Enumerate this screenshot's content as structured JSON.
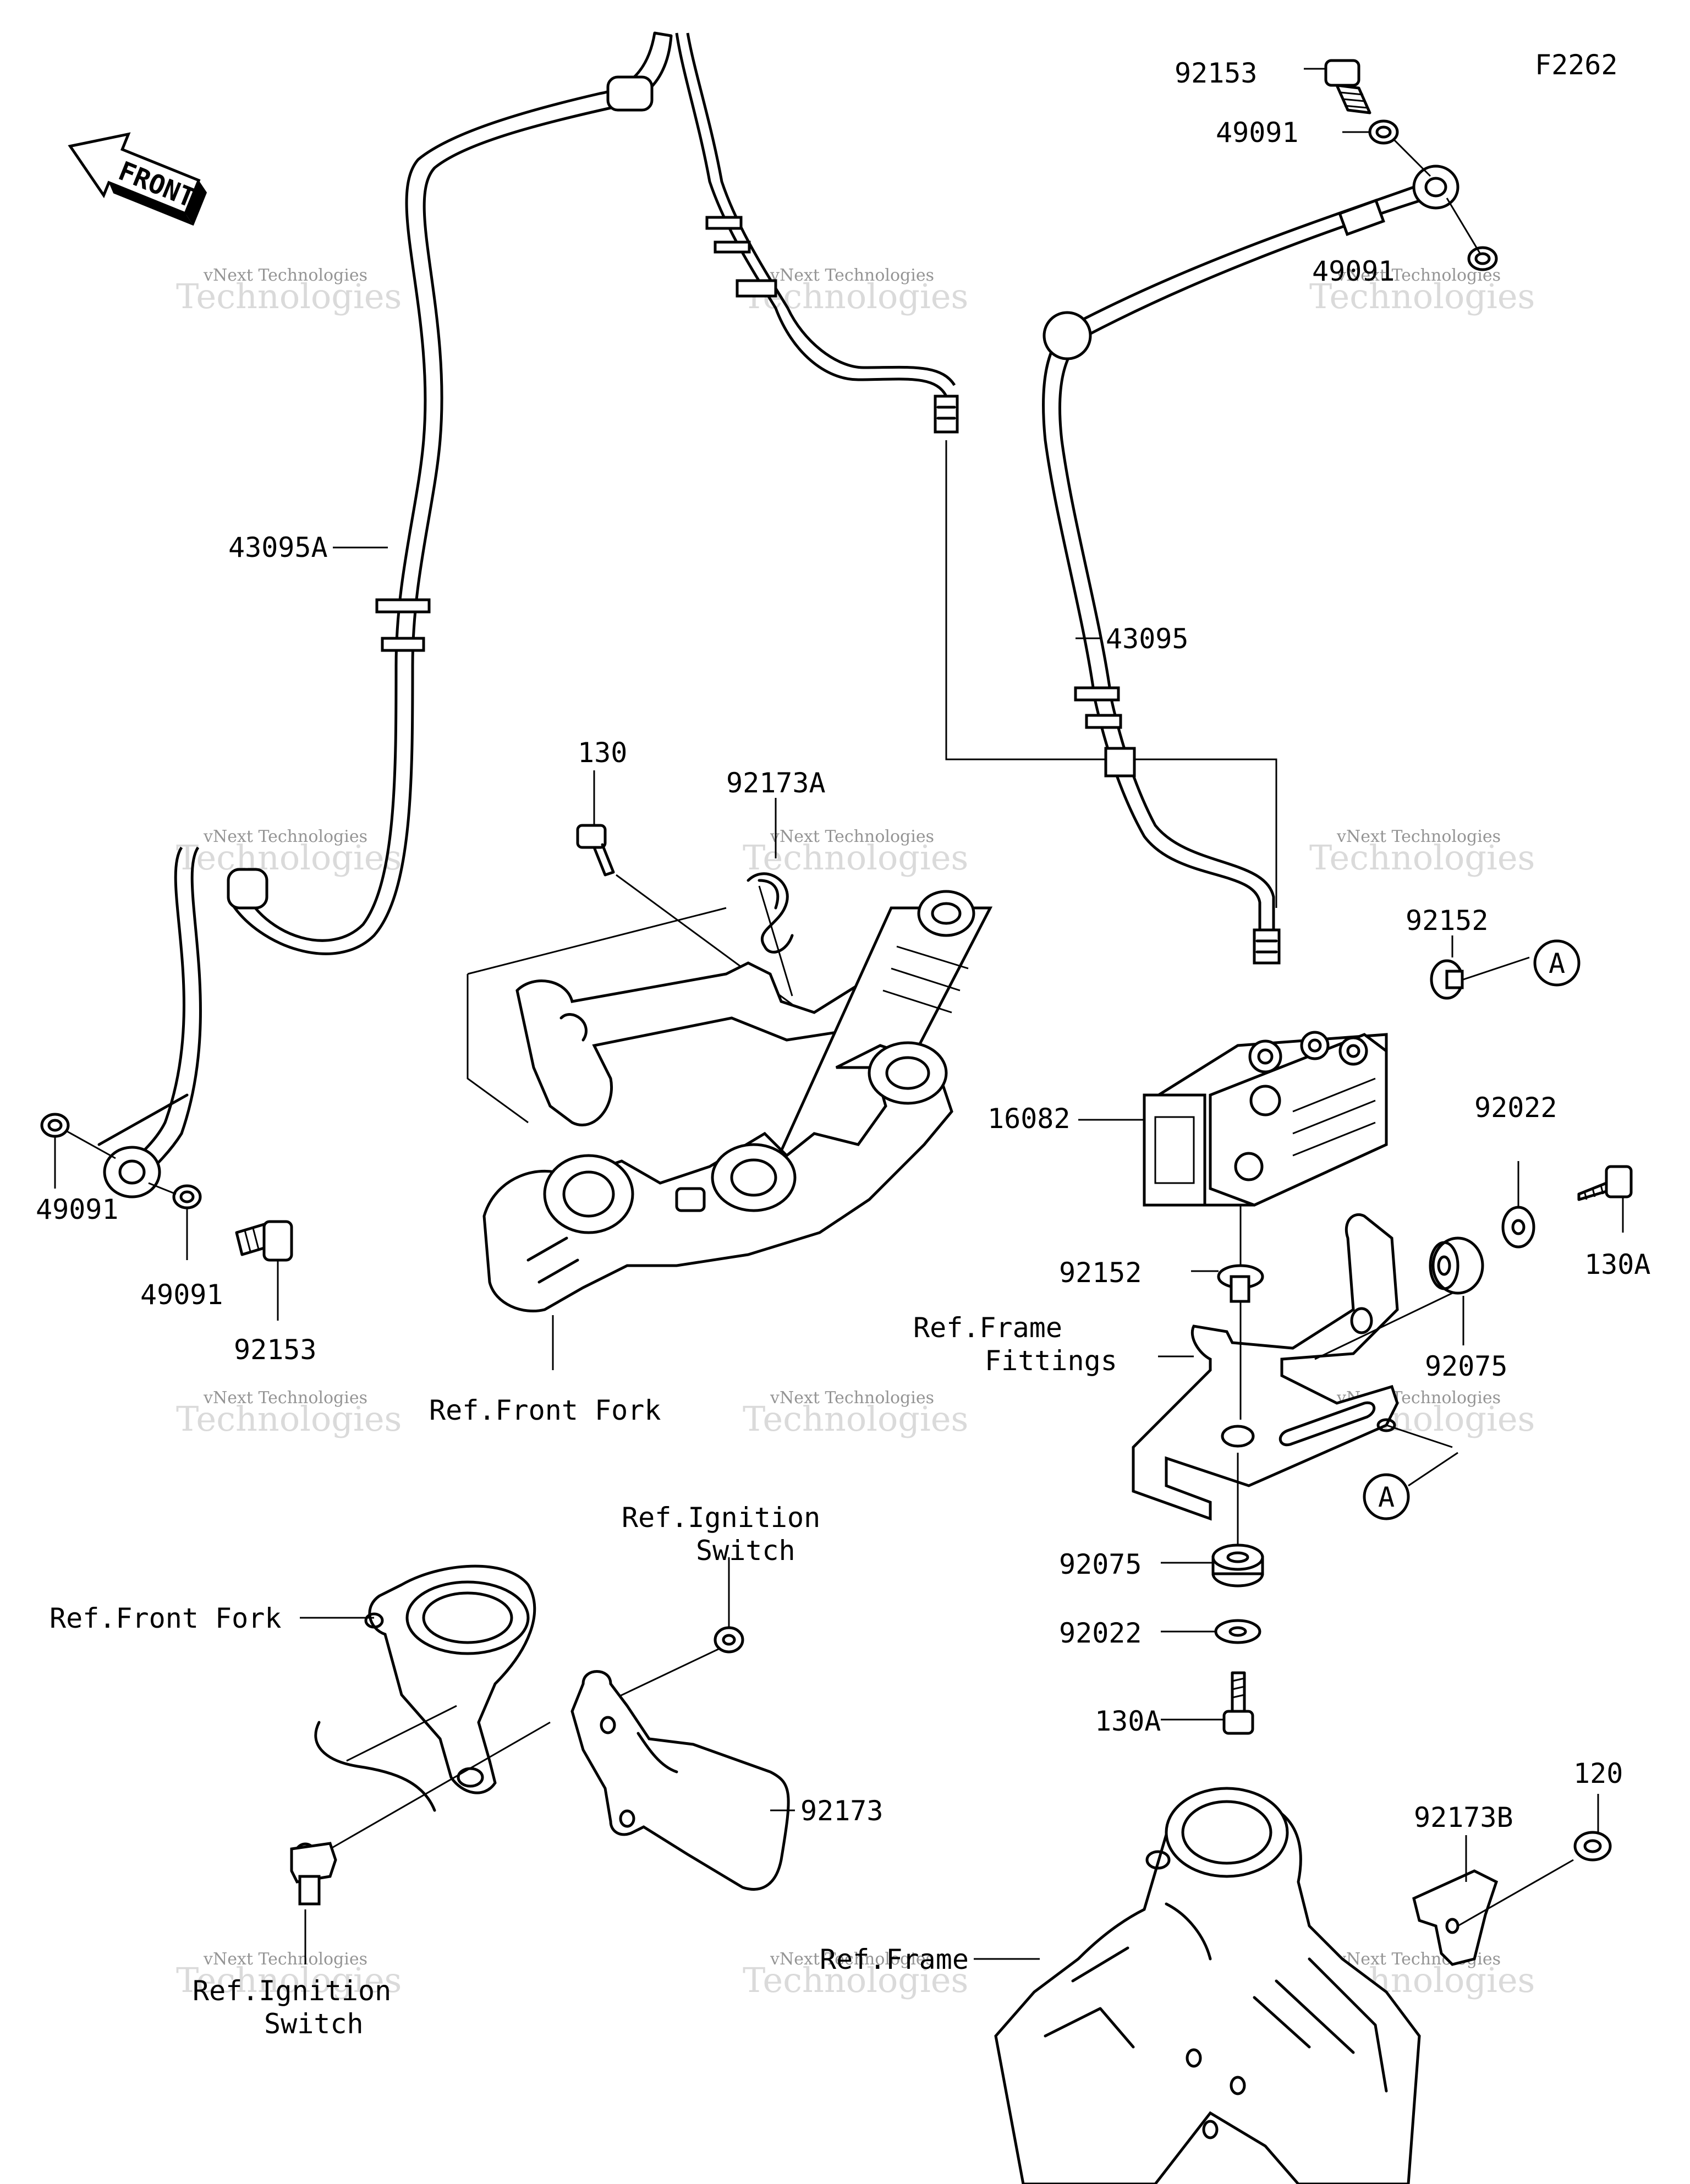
{
  "diagram_code": "F2262",
  "front_arrow_label": "FRONT",
  "watermark": {
    "line1": "vNext Technologies",
    "line2": "Technologies",
    "line3": "vNext"
  },
  "labels": {
    "hose_left": "43095A",
    "hose_right": "43095",
    "bolt_top_right": "92153",
    "washer_top_right_1": "49091",
    "washer_top_right_2": "49091",
    "washer_left_1": "49091",
    "washer_left_2": "49091",
    "bolt_left": "92153",
    "bolt_130": "130",
    "clamp_92173A": "92173A",
    "abs_unit": "16082",
    "collar_top": "92152",
    "collar_bottom": "92152",
    "washer_right": "92022",
    "bolt_right": "130A",
    "ref_a_top": "A",
    "ref_a_bottom": "A",
    "ref_frame_fittings_1": "Ref.Frame",
    "ref_frame_fittings_2": "Fittings",
    "damper_right": "92075",
    "damper_bottom": "92075",
    "washer_bottom": "92022",
    "bolt_bottom": "130A",
    "ref_front_fork_top": "Ref.Front Fork",
    "ref_ignition_top_1": "Ref.Ignition",
    "ref_ignition_top_2": "Switch",
    "ref_front_fork_bottom": "Ref.Front Fork",
    "clamp_92173": "92173",
    "ref_ignition_bottom_1": "Ref.Ignition",
    "ref_ignition_bottom_2": "Switch",
    "clamp_92173B": "92173B",
    "bolt_120": "120",
    "ref_frame": "Ref.Frame"
  }
}
